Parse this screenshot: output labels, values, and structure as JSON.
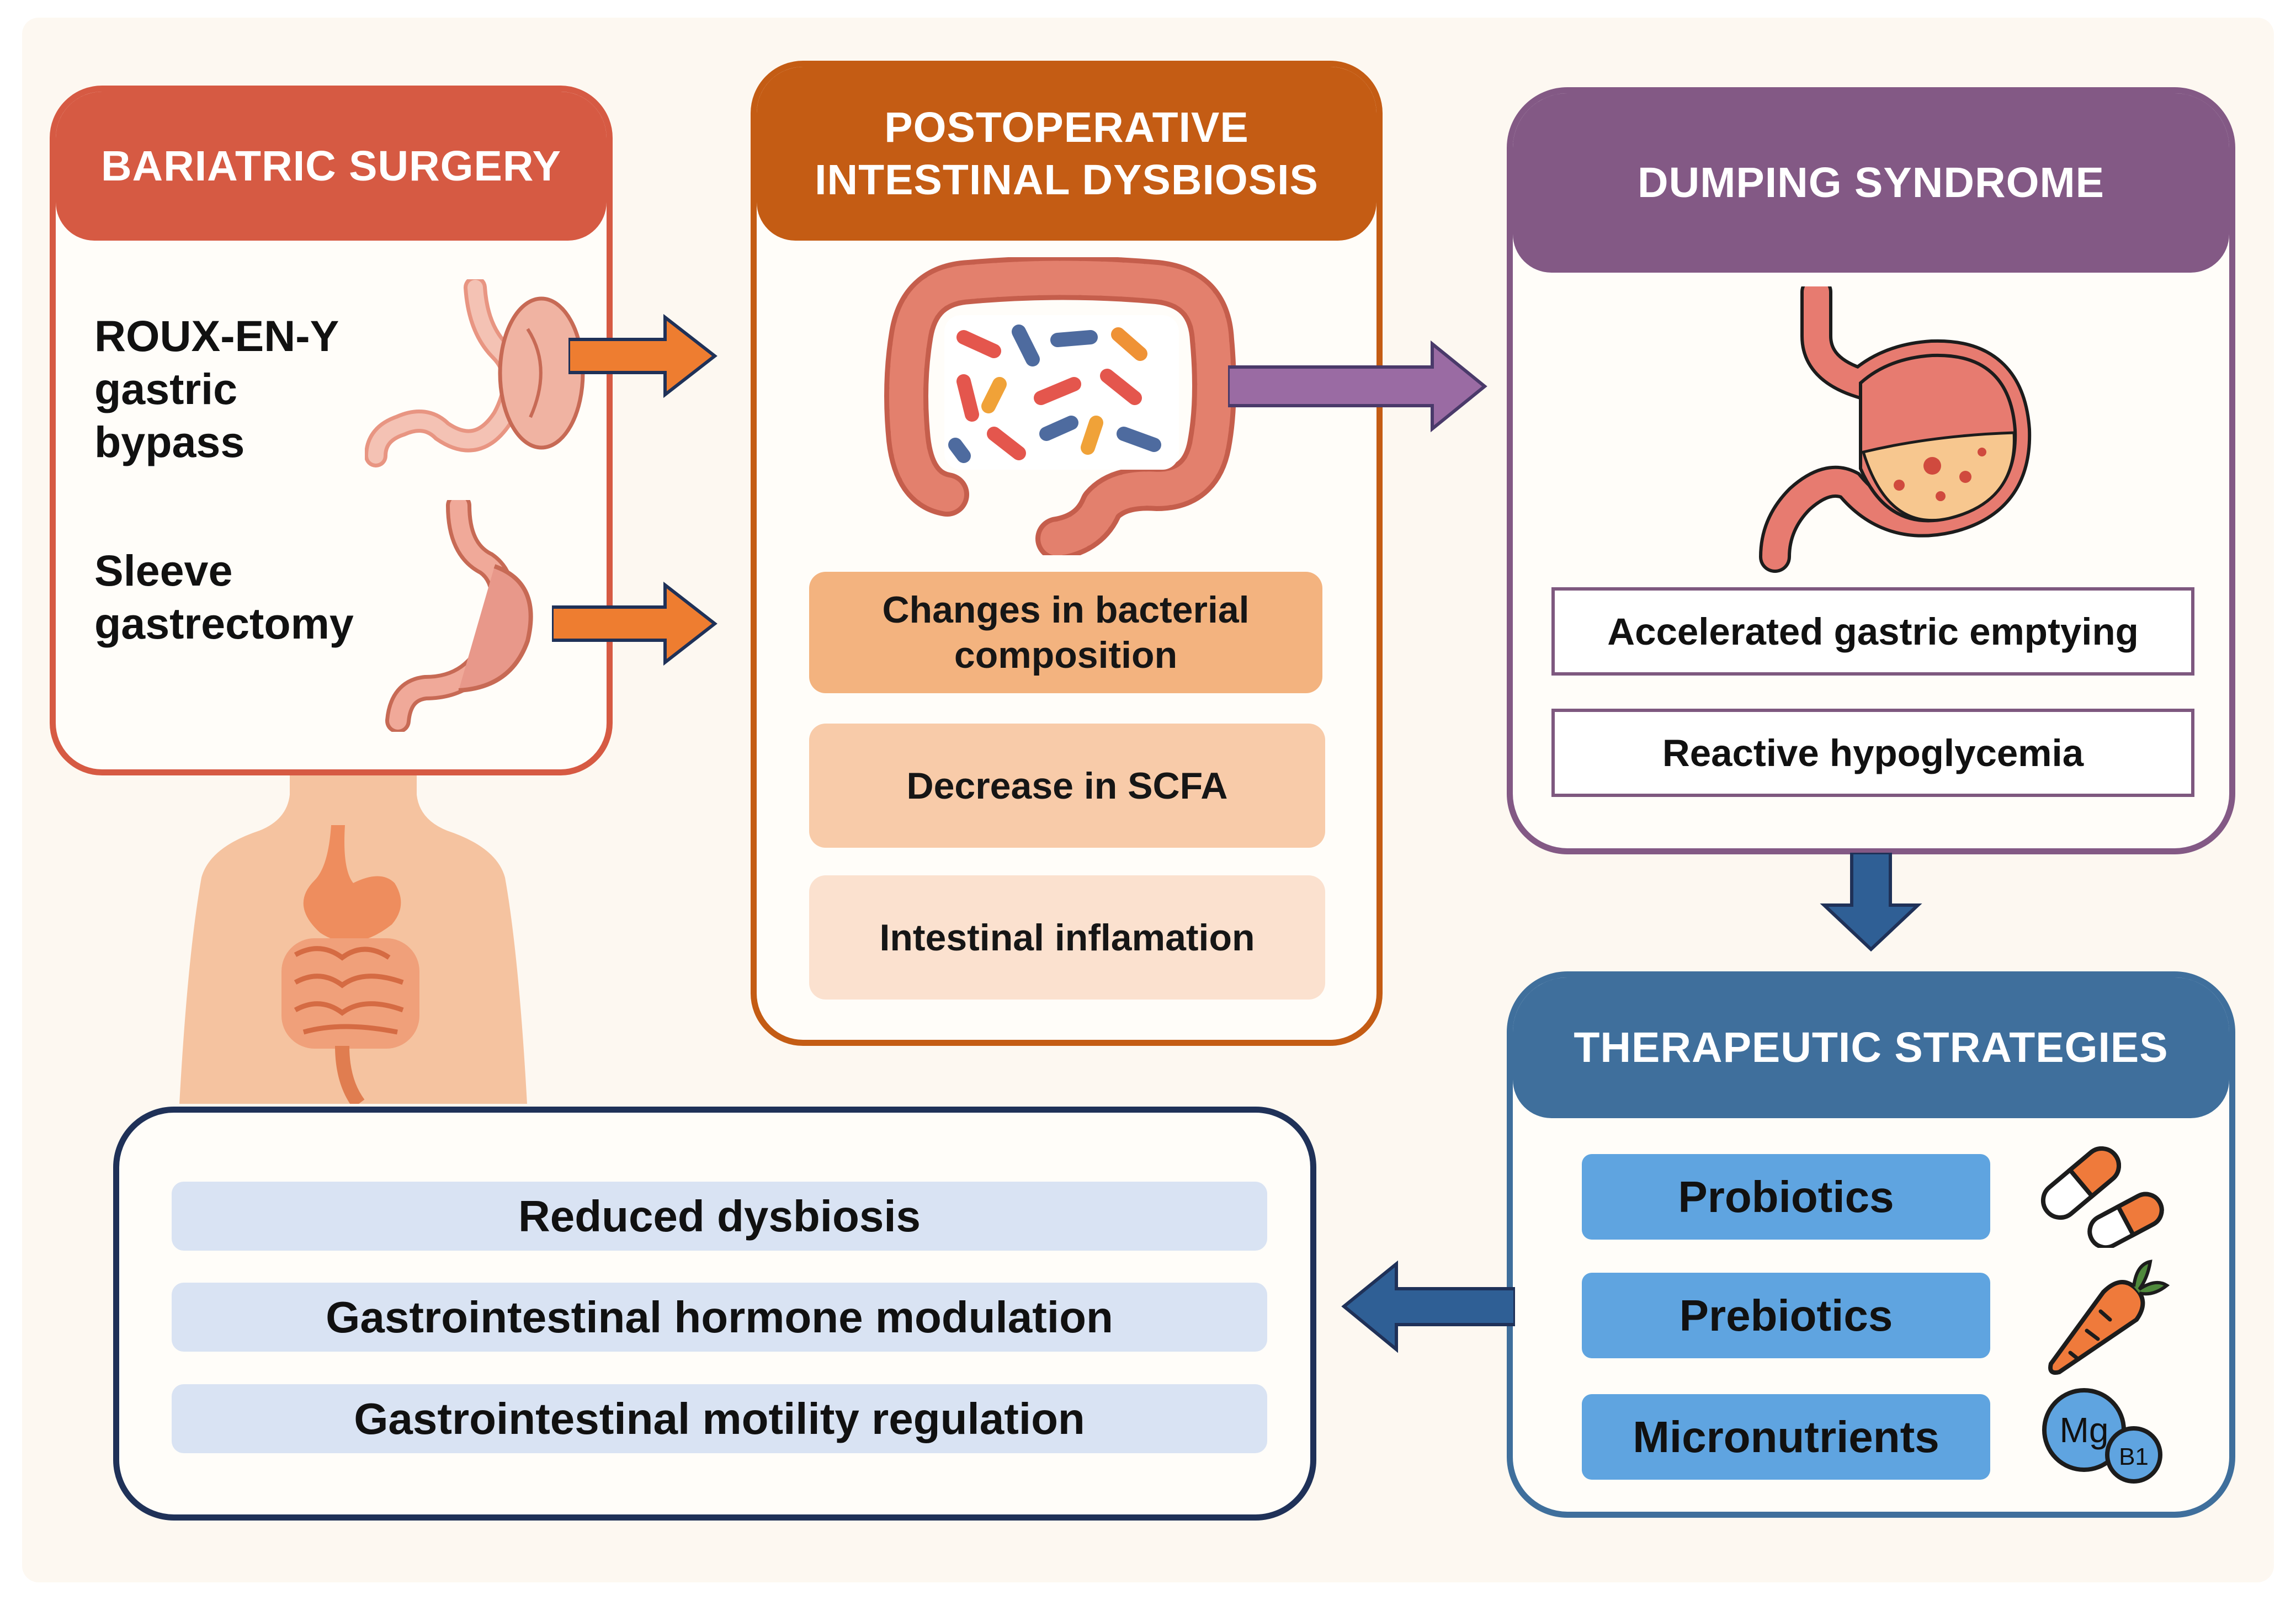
{
  "bariatric_surgery": {
    "title": "BARIATRIC SURGERY",
    "procedures": [
      "ROUX-EN-Y gastric bypass",
      "Sleeve gastrectomy"
    ]
  },
  "dysbiosis": {
    "title": "POSTOPERATIVE INTESTINAL DYSBIOSIS",
    "items": [
      "Changes in bacterial composition",
      "Decrease in SCFA",
      "Intestinal inflamation"
    ]
  },
  "dumping": {
    "title": "DUMPING SYNDROME",
    "items": [
      "Accelerated gastric emptying",
      "Reactive hypoglycemia"
    ]
  },
  "therapeutic": {
    "title": "THERAPEUTIC STRATEGIES",
    "items": [
      "Probiotics",
      "Prebiotics",
      "Micronutrients"
    ],
    "micronutrient_badges": [
      "Mg",
      "B1"
    ]
  },
  "outcomes": {
    "items": [
      "Reduced dysbiosis",
      "Gastrointestinal hormone modulation",
      "Gastrointestinal motility regulation"
    ]
  },
  "icons": [
    "stomach-bypass-icon",
    "sleeve-stomach-icon",
    "intestine-bacteria-icon",
    "stomach-dumping-icon",
    "capsule-icon",
    "carrot-icon",
    "mineral-badge-icon",
    "human-torso-icon"
  ],
  "colors": {
    "surgery": "#d65a43",
    "dysbiosis": "#c45c14",
    "dumping": "#835985",
    "therapeutic": "#3f6f9c",
    "outcomes": "#1f3158",
    "arrow_orange": "#ee7d30",
    "arrow_purple": "#9a6ba3",
    "arrow_blue": "#2f5f95"
  }
}
